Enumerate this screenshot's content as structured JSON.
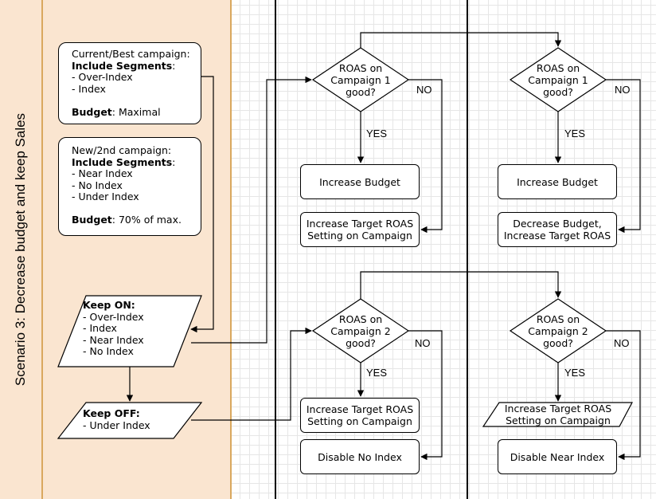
{
  "lane_title": "Scenario 3: Decrease budget and keep Sales",
  "current_campaign": {
    "title": "Current/Best campaign:",
    "include_label": "Include Segments",
    "items": [
      "- Over-Index",
      "- Index"
    ],
    "budget_label": "Budget",
    "budget_value": ": Maximal"
  },
  "new_campaign": {
    "title": "New/2nd campaign:",
    "include_label": "Include Segments",
    "items": [
      "- Near Index",
      "- No Index",
      "- Under Index"
    ],
    "budget_label": "Budget",
    "budget_value": ": 70% of max."
  },
  "keep_on": {
    "label": "Keep ON:",
    "items": [
      "- Over-Index",
      "- Index",
      "- Near Index",
      "- No Index"
    ]
  },
  "keep_off": {
    "label": "Keep OFF:",
    "items": [
      "- Under Index"
    ]
  },
  "flows": {
    "c1_left": {
      "decision": [
        "ROAS on",
        "Campaign 1",
        "good?"
      ],
      "yes": "YES",
      "no": "NO",
      "yes_action": [
        "Increase Budget"
      ],
      "no_action": [
        "Increase Target ROAS",
        "Setting on Campaign"
      ]
    },
    "c1_right": {
      "decision": [
        "ROAS on",
        "Campaign 1",
        "good?"
      ],
      "yes": "YES",
      "no": "NO",
      "yes_action": [
        "Increase Budget"
      ],
      "no_action": [
        "Decrease Budget,",
        "Increase Target ROAS"
      ]
    },
    "c2_left": {
      "decision": [
        "ROAS on",
        "Campaign 2",
        "good?"
      ],
      "yes": "YES",
      "no": "NO",
      "yes_action": [
        "Increase Target ROAS",
        "Setting on Campaign"
      ],
      "no_action": [
        "Disable No Index"
      ]
    },
    "c2_right": {
      "decision": [
        "ROAS on",
        "Campaign 2",
        "good?"
      ],
      "yes": "YES",
      "no": "NO",
      "yes_action": [
        "Increase Target ROAS",
        "Setting on Campaign"
      ],
      "no_action": [
        "Disable Near Index"
      ]
    }
  }
}
